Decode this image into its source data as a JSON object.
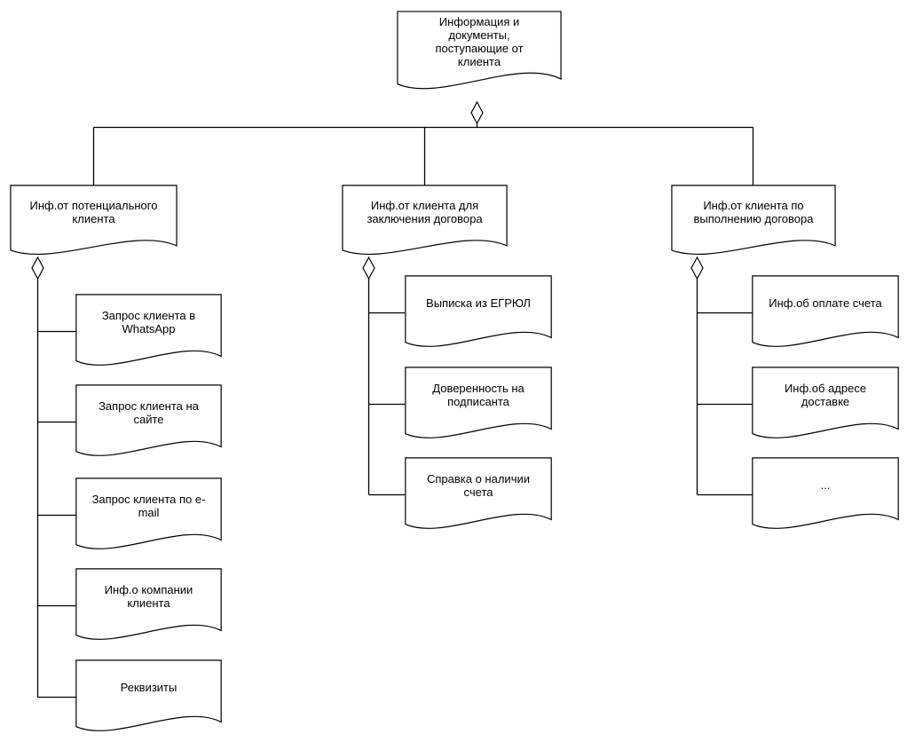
{
  "meta": {
    "background_color": "#ffffff",
    "shape_fill_color": "#ffffff",
    "line_color": "#000000",
    "text_color": "#000000",
    "shape_type": "document",
    "aggregation_marker": "hollow-diamond"
  },
  "diagram": {
    "root": {
      "label": "Информация и документы, поступающие от клиента"
    },
    "branches": [
      {
        "label": "Инф.от потенциального клиента",
        "children": [
          {
            "label": "Запрос клиента в WhatsApp"
          },
          {
            "label": "Запрос клиента на сайте"
          },
          {
            "label": "Запрос клиента по e-mail"
          },
          {
            "label": "Инф.о компании клиента"
          },
          {
            "label": "Реквизиты"
          }
        ]
      },
      {
        "label": "Инф.от клиента для заключения договора",
        "children": [
          {
            "label": "Выписка из ЕГРЮЛ"
          },
          {
            "label": "Доверенность на подписанта"
          },
          {
            "label": "Справка о наличии счета"
          }
        ]
      },
      {
        "label": "Инф.от клиента по выполнению договора",
        "children": [
          {
            "label": "Инф.об оплате счета"
          },
          {
            "label": "Инф.об адресе доставке"
          },
          {
            "label": "..."
          }
        ]
      }
    ]
  }
}
